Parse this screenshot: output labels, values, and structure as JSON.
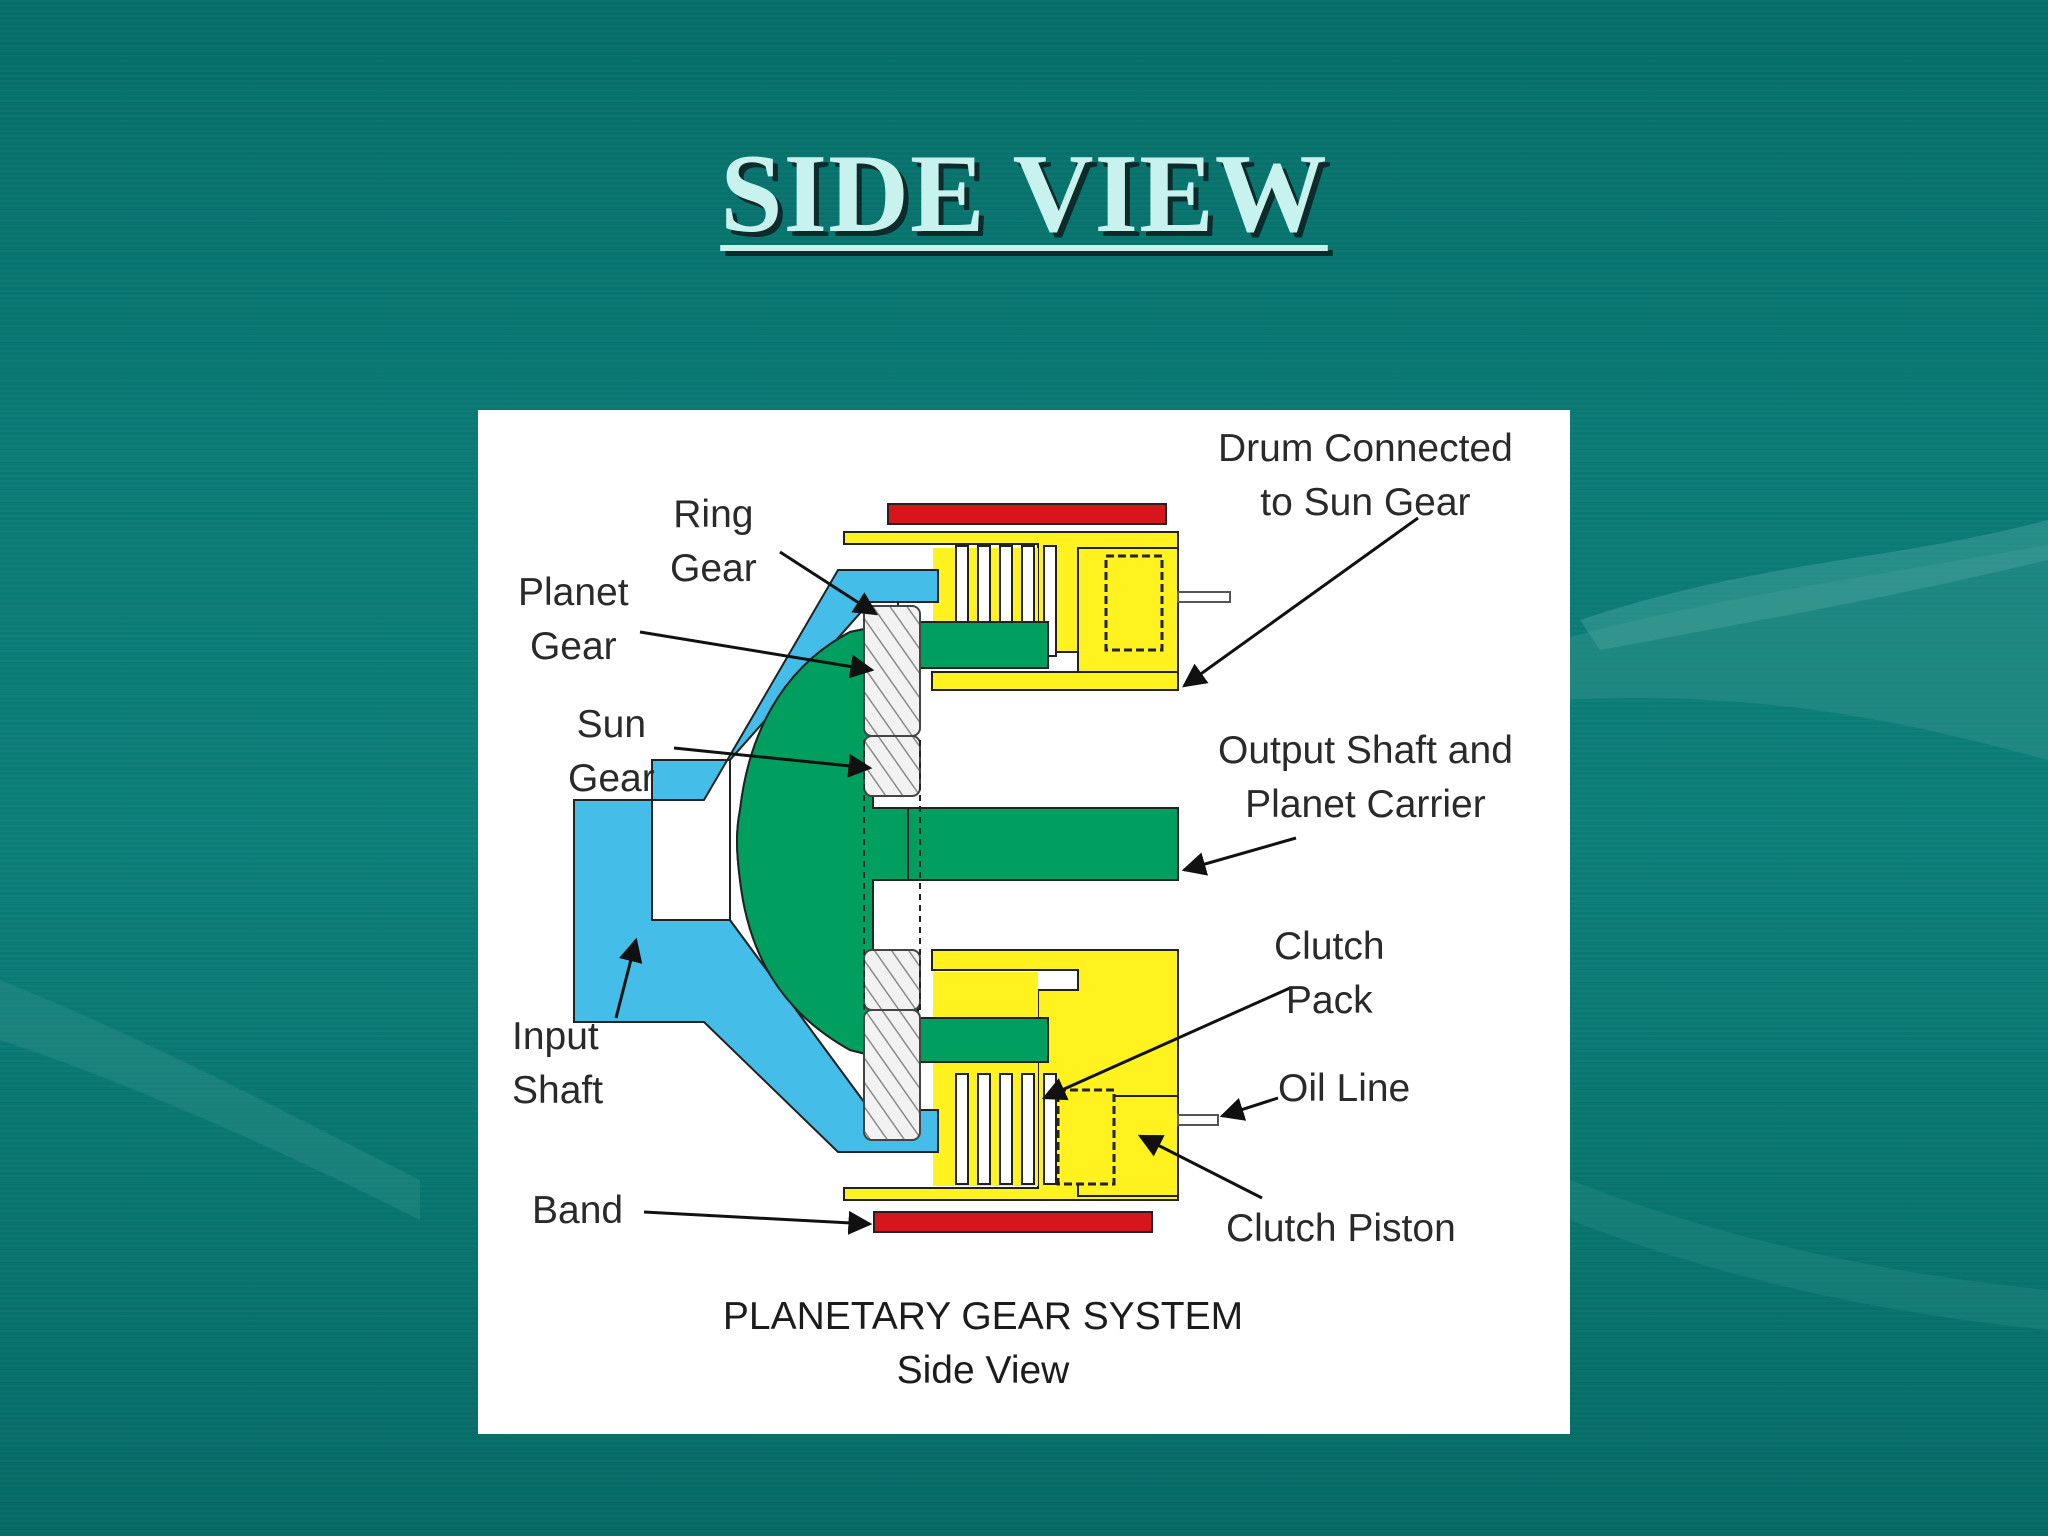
{
  "slide": {
    "title": "SIDE VIEW"
  },
  "diagram": {
    "labels": {
      "ring_gear": [
        "Ring",
        "Gear"
      ],
      "planet_gear": [
        "Planet",
        "Gear"
      ],
      "sun_gear": [
        "Sun",
        "Gear"
      ],
      "input_shaft": [
        "Input",
        "Shaft"
      ],
      "band": "Band",
      "drum": [
        "Drum Connected",
        "to Sun Gear"
      ],
      "output_shaft": [
        "Output Shaft and",
        "Planet Carrier"
      ],
      "clutch_pack": [
        "Clutch",
        "Pack"
      ],
      "oil_line": "Oil Line",
      "clutch_piston": "Clutch Piston"
    },
    "caption": [
      "PLANETARY GEAR SYSTEM",
      "Side View"
    ],
    "colors": {
      "ring_gear": "#44bde8",
      "carrier": "#009e5f",
      "drum": "#fff21f",
      "band": "#d8141c",
      "outline": "#222222"
    }
  }
}
